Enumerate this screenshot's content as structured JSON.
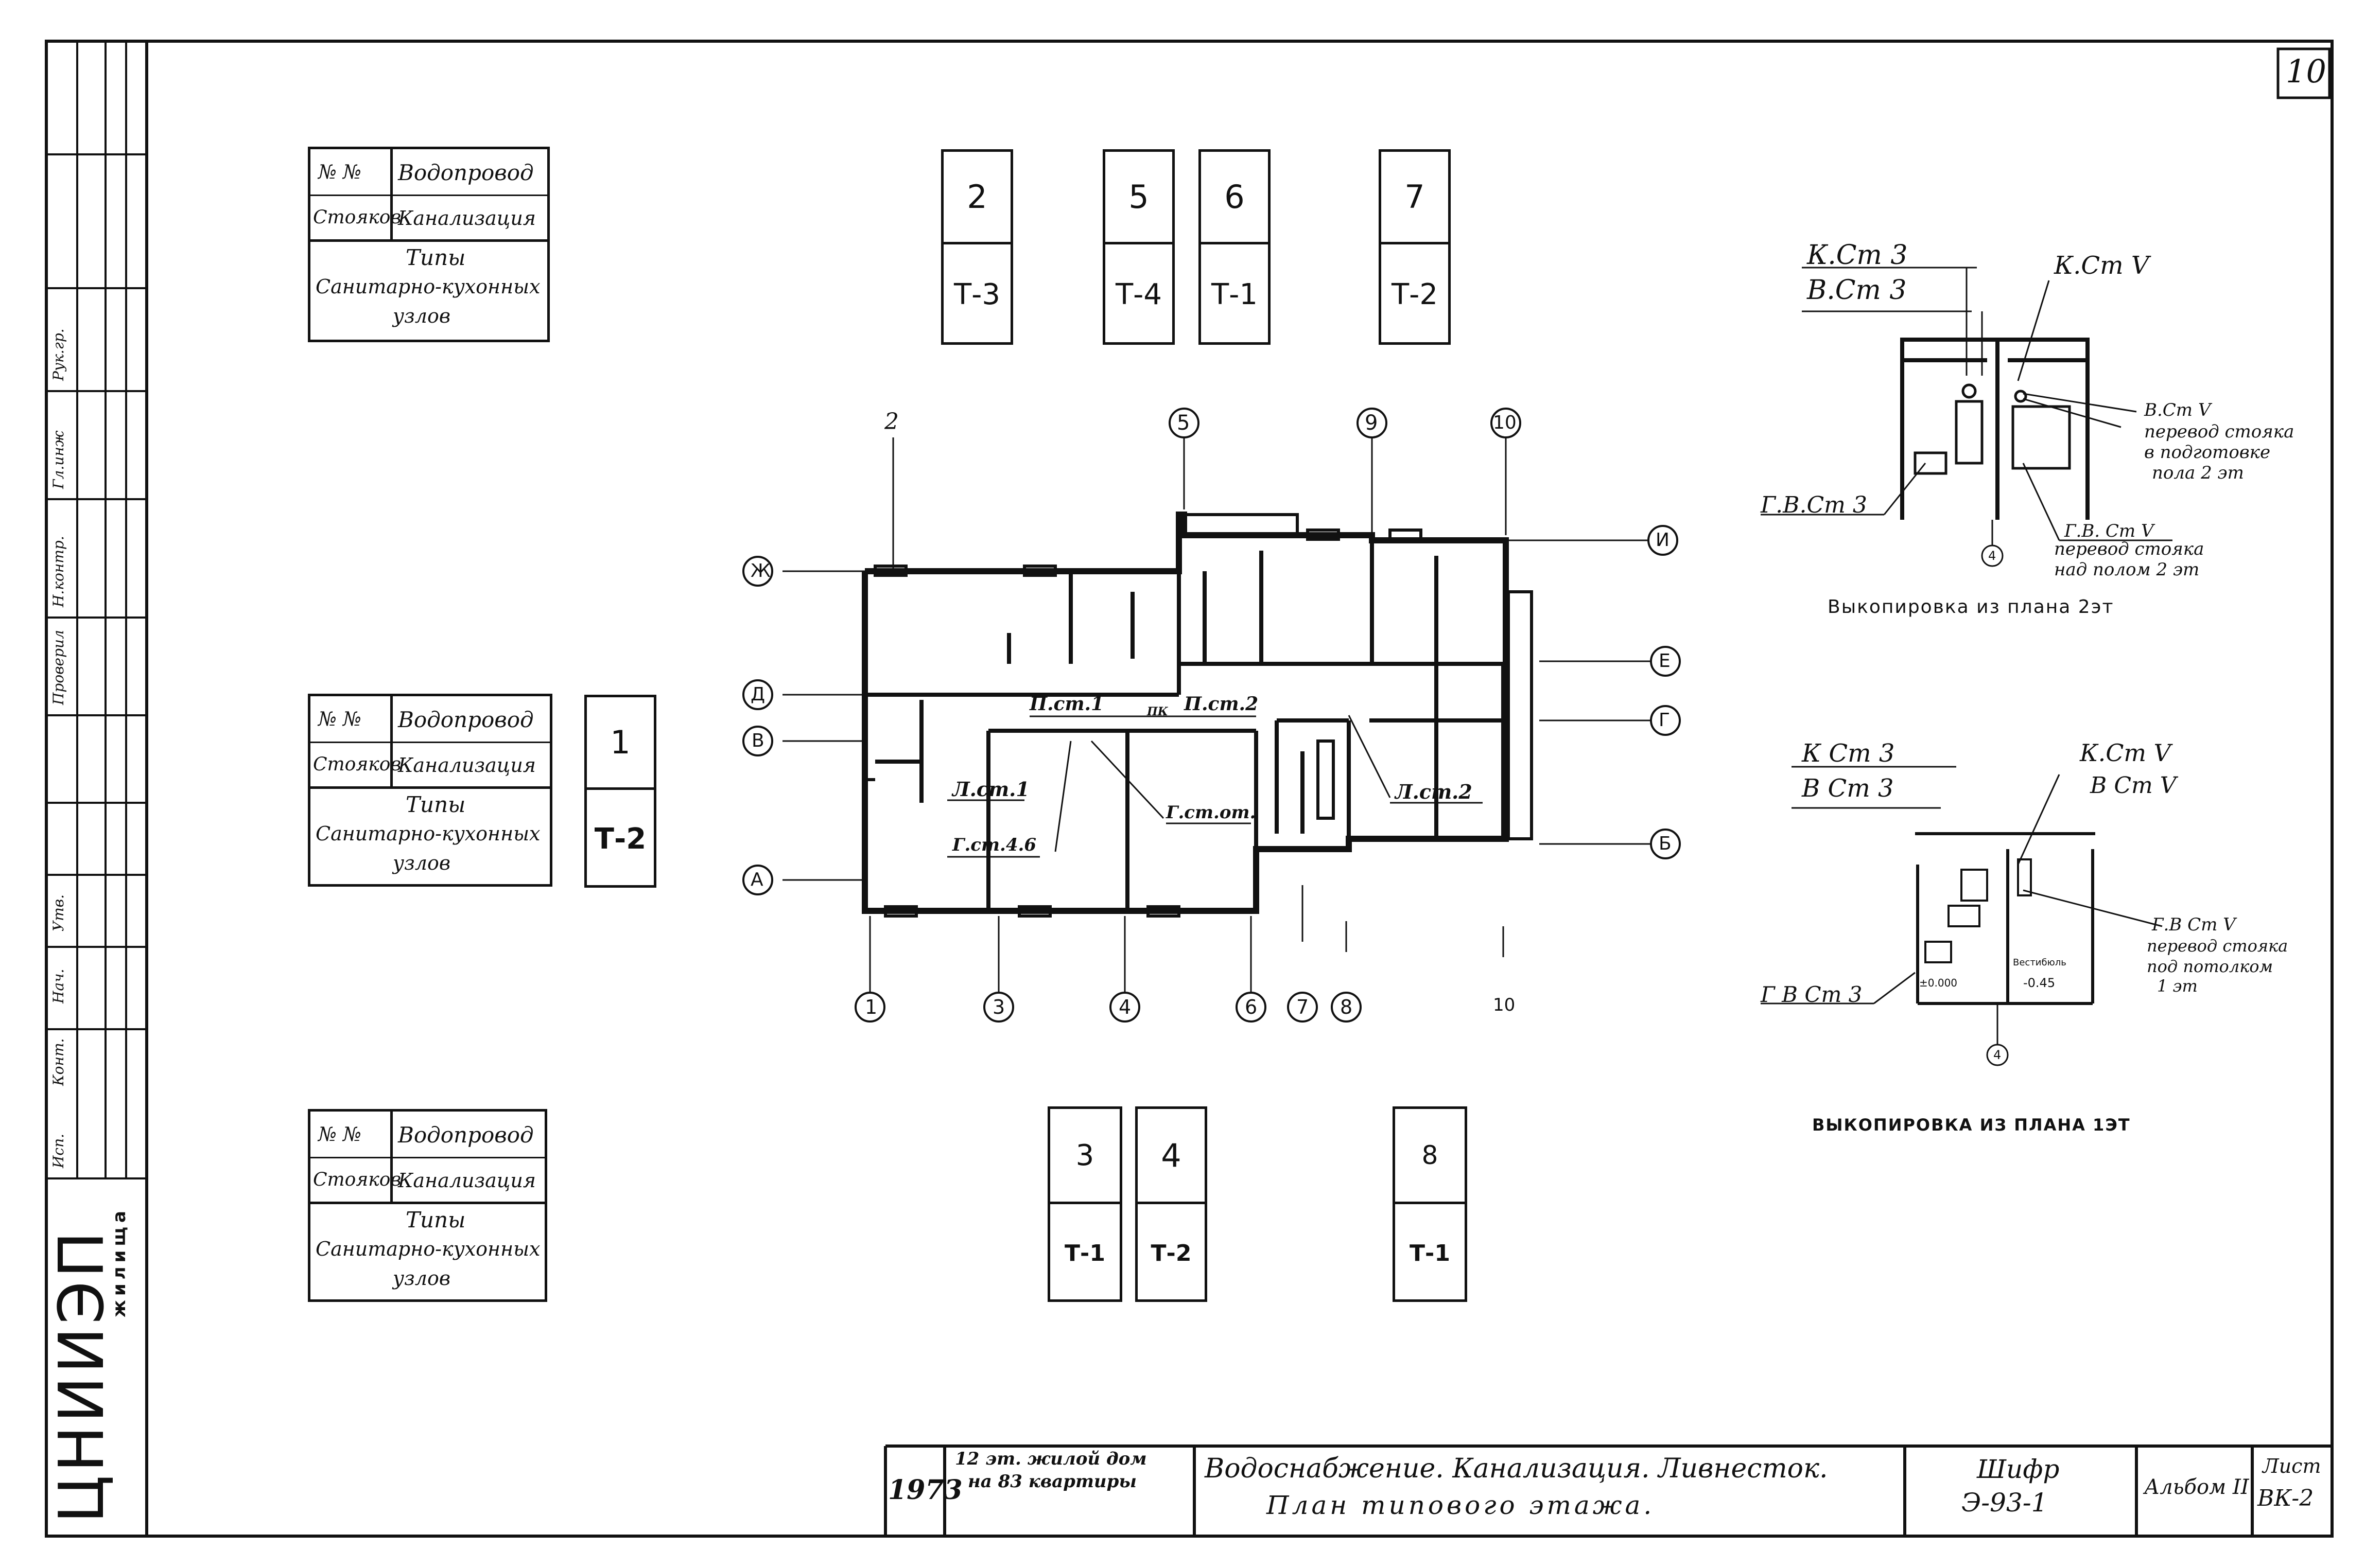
{
  "sheet": {
    "page_number": "10",
    "stamp_vertical": "ЦНИИЭП",
    "stamp_vertical_sub": "жилища"
  },
  "legend": {
    "col1_top": "№ №",
    "col1_bottom": "Стояков",
    "water": "Водопровод",
    "sewer": "Канализация",
    "types_title": "Типы",
    "types_line2": "Санитарно-кухонных",
    "types_line3": "узлов"
  },
  "risers_top": [
    {
      "number": "2",
      "type": "Т-3"
    },
    {
      "number": "5",
      "type": "Т-4"
    },
    {
      "number": "6",
      "type": "Т-1"
    },
    {
      "number": "7",
      "type": "Т-2"
    }
  ],
  "riser_mid": {
    "number": "1",
    "type": "Т-2"
  },
  "risers_bottom": [
    {
      "number": "3",
      "type": "Т-1"
    },
    {
      "number": "4",
      "type": "Т-2"
    },
    {
      "number": "8",
      "type": "Т-1"
    }
  ],
  "axes": {
    "top": [
      "2",
      "5",
      "9",
      "10"
    ],
    "bottom": [
      "1",
      "3",
      "4",
      "6",
      "7",
      "8",
      "10"
    ],
    "left": [
      "Ж",
      "Д",
      "В",
      "А"
    ],
    "right": [
      "И",
      "Е",
      "Г",
      "Б"
    ]
  },
  "plan_labels": {
    "pst1": "П.ст.1",
    "pst2": "П.ст.2",
    "pk": "ПК",
    "lst1": "Л.ст.1",
    "gst": "Г.ст.4.6",
    "gst_right": "Г.ст.от.",
    "lst2": "Л.ст.2"
  },
  "inset2": {
    "k_label": "К.Ст 3",
    "v_label": "В.Ст 3",
    "kv_label": "К.Ст V",
    "bcv_label": "В.Ст V",
    "note1": "перевод стояка",
    "note2": "в подготовке",
    "note3": "пола 2 эт",
    "gv_left": "Г.В.Ст 3",
    "gv_right": "Г.В. Ст V",
    "note4": "перевод стояка",
    "note5": "над полом 2 эт",
    "axis": "4",
    "caption": "Выкопировка из плана 2эт"
  },
  "inset1": {
    "k_label": "К Ст 3",
    "v_label": "В Ст 3",
    "kv_label": "К.Ст V",
    "bv_label": "В Ст V",
    "gv_right": "Г.В Ст V",
    "note1": "перевод стояка",
    "note2": "под потолком",
    "note3": "1 эт",
    "vest": "Вестибюль",
    "lvl1": "-0.45",
    "lvl0": "±0.000",
    "gv_left": "Г В Ст 3",
    "axis": "4",
    "caption": "ВЫКОПИРОВКА ИЗ ПЛАНА 1ЭТ"
  },
  "title_block": {
    "year": "1973",
    "object_line1": "12 эт. жилой дом",
    "object_line2": "на 83 квартиры",
    "title_line1": "Водоснабжение. Канализация. Ливнесток.",
    "title_line2": "План   типового   этажа.",
    "code_label": "Шифр",
    "code": "Э-93-1",
    "album": "Альбом II",
    "sheet_label": "Лист",
    "sheet": "ВК-2"
  },
  "side_stamp_rows": [
    "Исп.",
    "Конт.",
    "Нач.",
    "Утв.",
    "Проверил",
    "Н.контр.",
    "Гл.инж",
    "Рук.гр."
  ]
}
